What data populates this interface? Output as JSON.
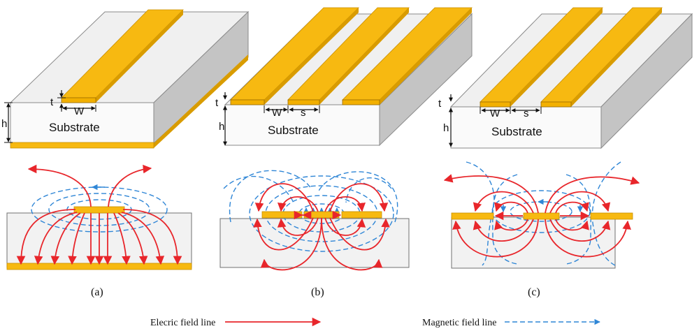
{
  "colors": {
    "metal": "#f7b911",
    "metal_dark": "#c98f00",
    "metal_edge": "#9a6b00",
    "substrate_top": "#f0f0f0",
    "substrate_front": "#fafafa",
    "substrate_side": "#c4c4c4",
    "electric": "#e8262b",
    "magnetic": "#2f86d6",
    "edge": "#707070"
  },
  "structures": [
    {
      "id": "a",
      "caption": "(a)",
      "substrate_label": "Substrate",
      "t_label": "t",
      "h_label": "h",
      "w_label": "W"
    },
    {
      "id": "b",
      "caption": "(b)",
      "substrate_label": "Substrate",
      "t_label": "t",
      "h_label": "h",
      "w_label": "W",
      "s_label": "s"
    },
    {
      "id": "c",
      "caption": "(c)",
      "substrate_label": "Substrate",
      "t_label": "t",
      "h_label": "h",
      "w_label": "W",
      "s_label": "s"
    }
  ],
  "legend": {
    "electric_label": "Elecric field line",
    "magnetic_label": "Magnetic field line"
  }
}
